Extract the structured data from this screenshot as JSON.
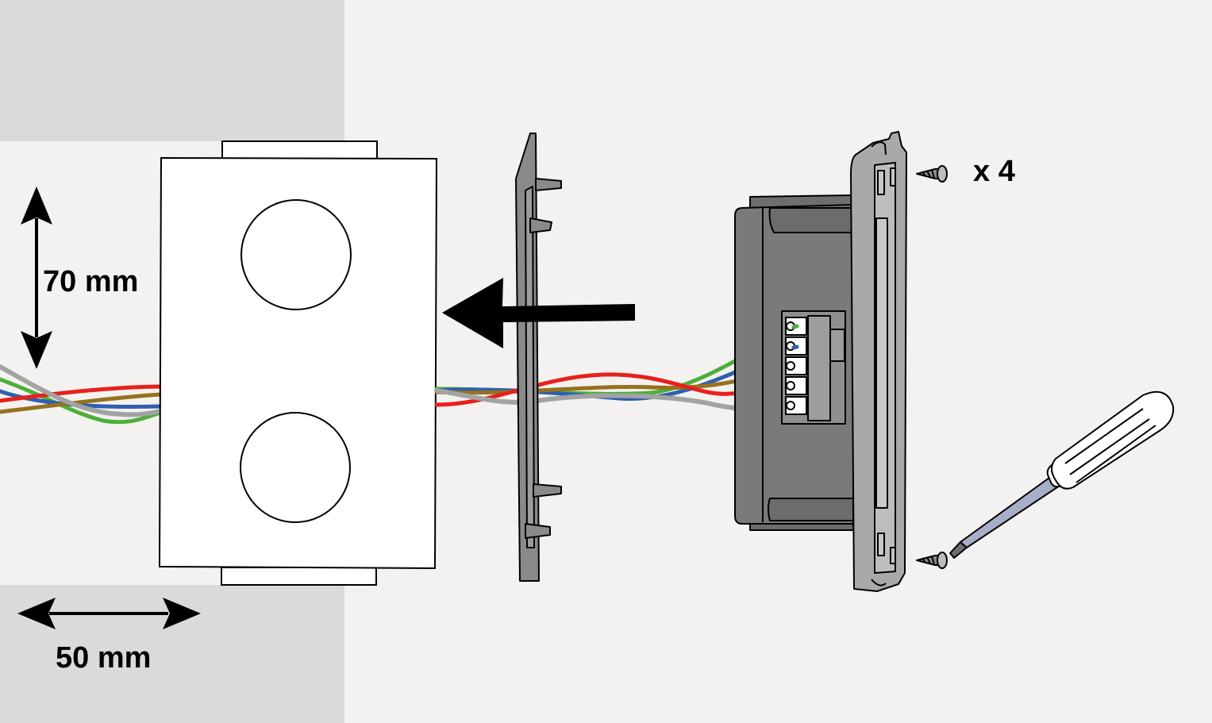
{
  "labels": {
    "height": "70 mm",
    "width": "50 mm",
    "screw_count": "x 4"
  },
  "colors": {
    "background": "#f3f2f0",
    "wall": "#dadada",
    "wire_green": "#4caf3a",
    "wire_blue": "#2f5fb0",
    "wire_brown": "#96721e",
    "wire_red": "#e8201c",
    "wire_gray": "#a3a3a3",
    "device_body": "#787878",
    "device_frame": "#a9a9a9",
    "arrow": "#000000"
  },
  "icons": {
    "arrow": "arrow-left-icon",
    "screw": "screw-icon",
    "screwdriver": "screwdriver-icon"
  }
}
